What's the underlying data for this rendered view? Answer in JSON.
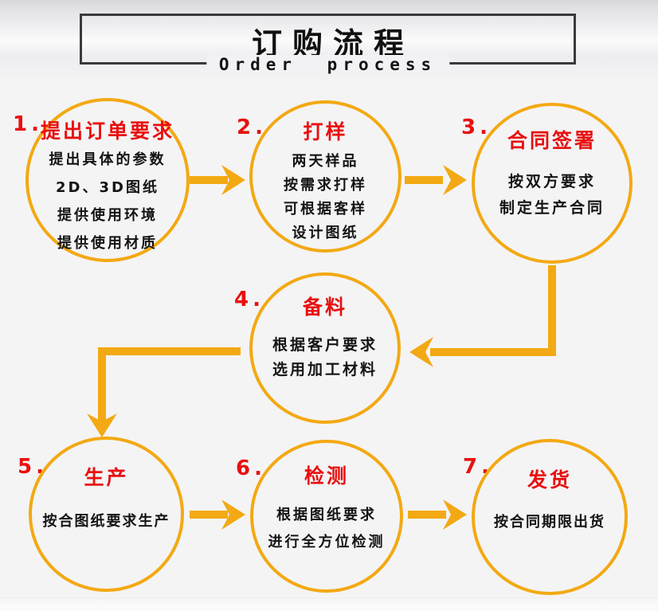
{
  "colors": {
    "gold": "#F3A913",
    "red": "#E8100F",
    "ink": "#151515",
    "frame": "#3A3A3C",
    "bg": "#f4f4f5"
  },
  "header": {
    "title": "订购流程",
    "subtitle": "Order process"
  },
  "steps": [
    {
      "num": "1.",
      "title": "提出订单要求",
      "lines": [
        "提出具体的参数",
        "2D、3D图纸",
        "提供使用环境",
        "提供使用材质"
      ]
    },
    {
      "num": "2.",
      "title": "打样",
      "lines": [
        "两天样品",
        "按需求打样",
        "可根据客样",
        "设计图纸"
      ]
    },
    {
      "num": "3.",
      "title": "合同签署",
      "lines": [
        "按双方要求",
        "制定生产合同"
      ]
    },
    {
      "num": "4.",
      "title": "备料",
      "lines": [
        "根据客户要求",
        "选用加工材料"
      ]
    },
    {
      "num": "5.",
      "title": "生产",
      "lines": [
        "按合图纸要求生产"
      ]
    },
    {
      "num": "6.",
      "title": "检测",
      "lines": [
        "根据图纸要求",
        "进行全方位检测"
      ]
    },
    {
      "num": "7.",
      "title": "发货",
      "lines": [
        "按合同期限出货"
      ]
    }
  ]
}
